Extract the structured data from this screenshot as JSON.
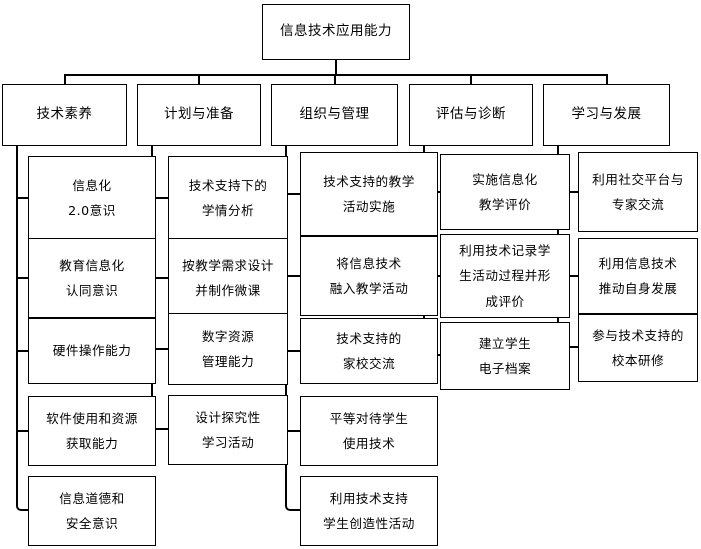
{
  "diagram": {
    "title": "信息技术应用能力",
    "type": "organizational-hierarchy",
    "root": {
      "label": "信息技术应用能力"
    },
    "branches": [
      {
        "header": "技术素养",
        "children": [
          {
            "lines": [
              "信息化",
              "2.0意识"
            ]
          },
          {
            "lines": [
              "教育信息化",
              "认同意识"
            ]
          },
          {
            "lines": [
              "硬件操作能力"
            ]
          },
          {
            "lines": [
              "软件使用和资源",
              "获取能力"
            ]
          },
          {
            "lines": [
              "信息道德和",
              "安全意识"
            ]
          }
        ]
      },
      {
        "header": "计划与准备",
        "children": [
          {
            "lines": [
              "技术支持下的",
              "学情分析"
            ]
          },
          {
            "lines": [
              "按教学需求设计",
              "并制作微课"
            ]
          },
          {
            "lines": [
              "数字资源",
              "管理能力"
            ]
          },
          {
            "lines": [
              "设计探究性",
              "学习活动"
            ]
          }
        ]
      },
      {
        "header": "组织与管理",
        "children": [
          {
            "lines": [
              "技术支持的教学",
              "活动实施"
            ]
          },
          {
            "lines": [
              "将信息技术",
              "融入教学活动"
            ]
          },
          {
            "lines": [
              "技术支持的",
              "家校交流"
            ]
          },
          {
            "lines": [
              "平等对待学生",
              "使用技术"
            ]
          },
          {
            "lines": [
              "利用技术支持",
              "学生创造性活动"
            ]
          }
        ]
      },
      {
        "header": "评估与诊断",
        "children": [
          {
            "lines": [
              "实施信息化",
              "教学评价"
            ]
          },
          {
            "lines": [
              "利用技术记录学",
              "生活动过程并形",
              "成评价"
            ]
          },
          {
            "lines": [
              "建立学生",
              "电子档案"
            ]
          }
        ]
      },
      {
        "header": "学习与发展",
        "children": [
          {
            "lines": [
              "利用社交平台与",
              "专家交流"
            ]
          },
          {
            "lines": [
              "利用信息技术",
              "推动自身发展"
            ]
          },
          {
            "lines": [
              "参与技术支持的",
              "校本研修"
            ]
          }
        ]
      }
    ],
    "colors": {
      "border": "#000000",
      "background": "#ffffff",
      "text": "#000000"
    }
  }
}
